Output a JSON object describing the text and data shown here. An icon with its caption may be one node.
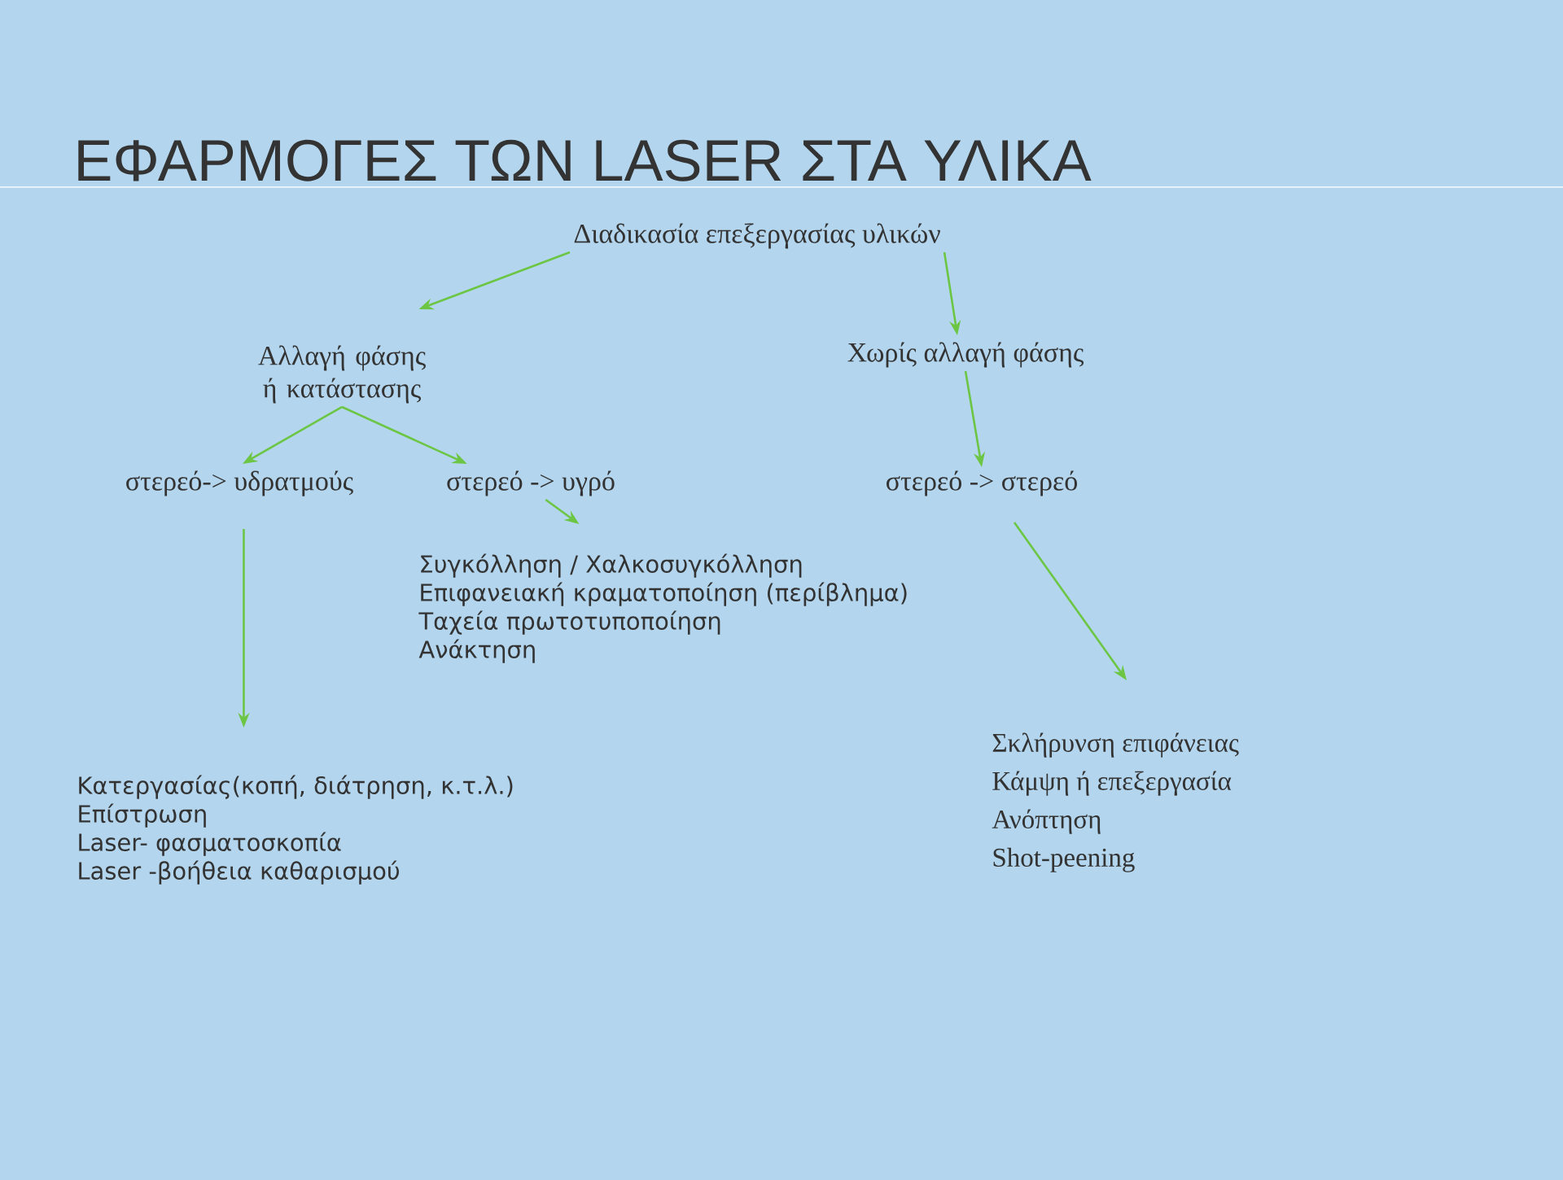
{
  "diagram": {
    "title": "ΕΦΑΡΜΟΓΕΣ ΤΩΝ LASER ΣΤΑ ΥΛΙΚΑ",
    "nodes": [
      {
        "text": [
          "Διαδικασία επεξεργασίας υλικών"
        ]
      },
      {
        "text": [
          "Αλλαγή φάσης ή κατάστασης"
        ]
      },
      {
        "text": [
          "Χωρίς αλλαγή φάσης"
        ]
      },
      {
        "text": [
          "στερεό-> υδρατμούς"
        ]
      },
      {
        "text": [
          "στερεό -> υγρό"
        ]
      },
      {
        "text": [
          "στερεό -> στερεό"
        ]
      },
      {
        "text": [
          "Συγκόλληση / Χαλκοσυγκόλληση",
          "Επιφανειακή κραματοποίηση (περίβλημα)",
          "Ταχεία πρωτοτυποποίηση",
          "Ανάκτηση"
        ]
      },
      {
        "text": [
          "Κατεργασίας(κοπή, διάτρηση, κ.τ.λ.)",
          "Επίστρωση",
          "Laser- φασματοσκοπία",
          "Laser -βοήθεια καθαρισμού"
        ]
      },
      {
        "text": [
          "Σκλήρυνση επιφάνειας",
          "Κάμψη ή επεξεργασία",
          "Ανόπτηση",
          "Shot-peening"
        ]
      }
    ],
    "edges": [
      {
        "from": 0,
        "to": 1,
        "arrow": "to"
      },
      {
        "from": 0,
        "to": 2,
        "arrow": "to"
      },
      {
        "from": 1,
        "to": 3,
        "arrow": "to"
      },
      {
        "from": 1,
        "to": 4,
        "arrow": "to"
      },
      {
        "from": 2,
        "to": 5,
        "arrow": "to"
      },
      {
        "from": 4,
        "to": 6,
        "arrow": "to"
      },
      {
        "from": 3,
        "to": 7,
        "arrow": "to"
      },
      {
        "from": 5,
        "to": 8,
        "arrow": "to"
      }
    ]
  }
}
